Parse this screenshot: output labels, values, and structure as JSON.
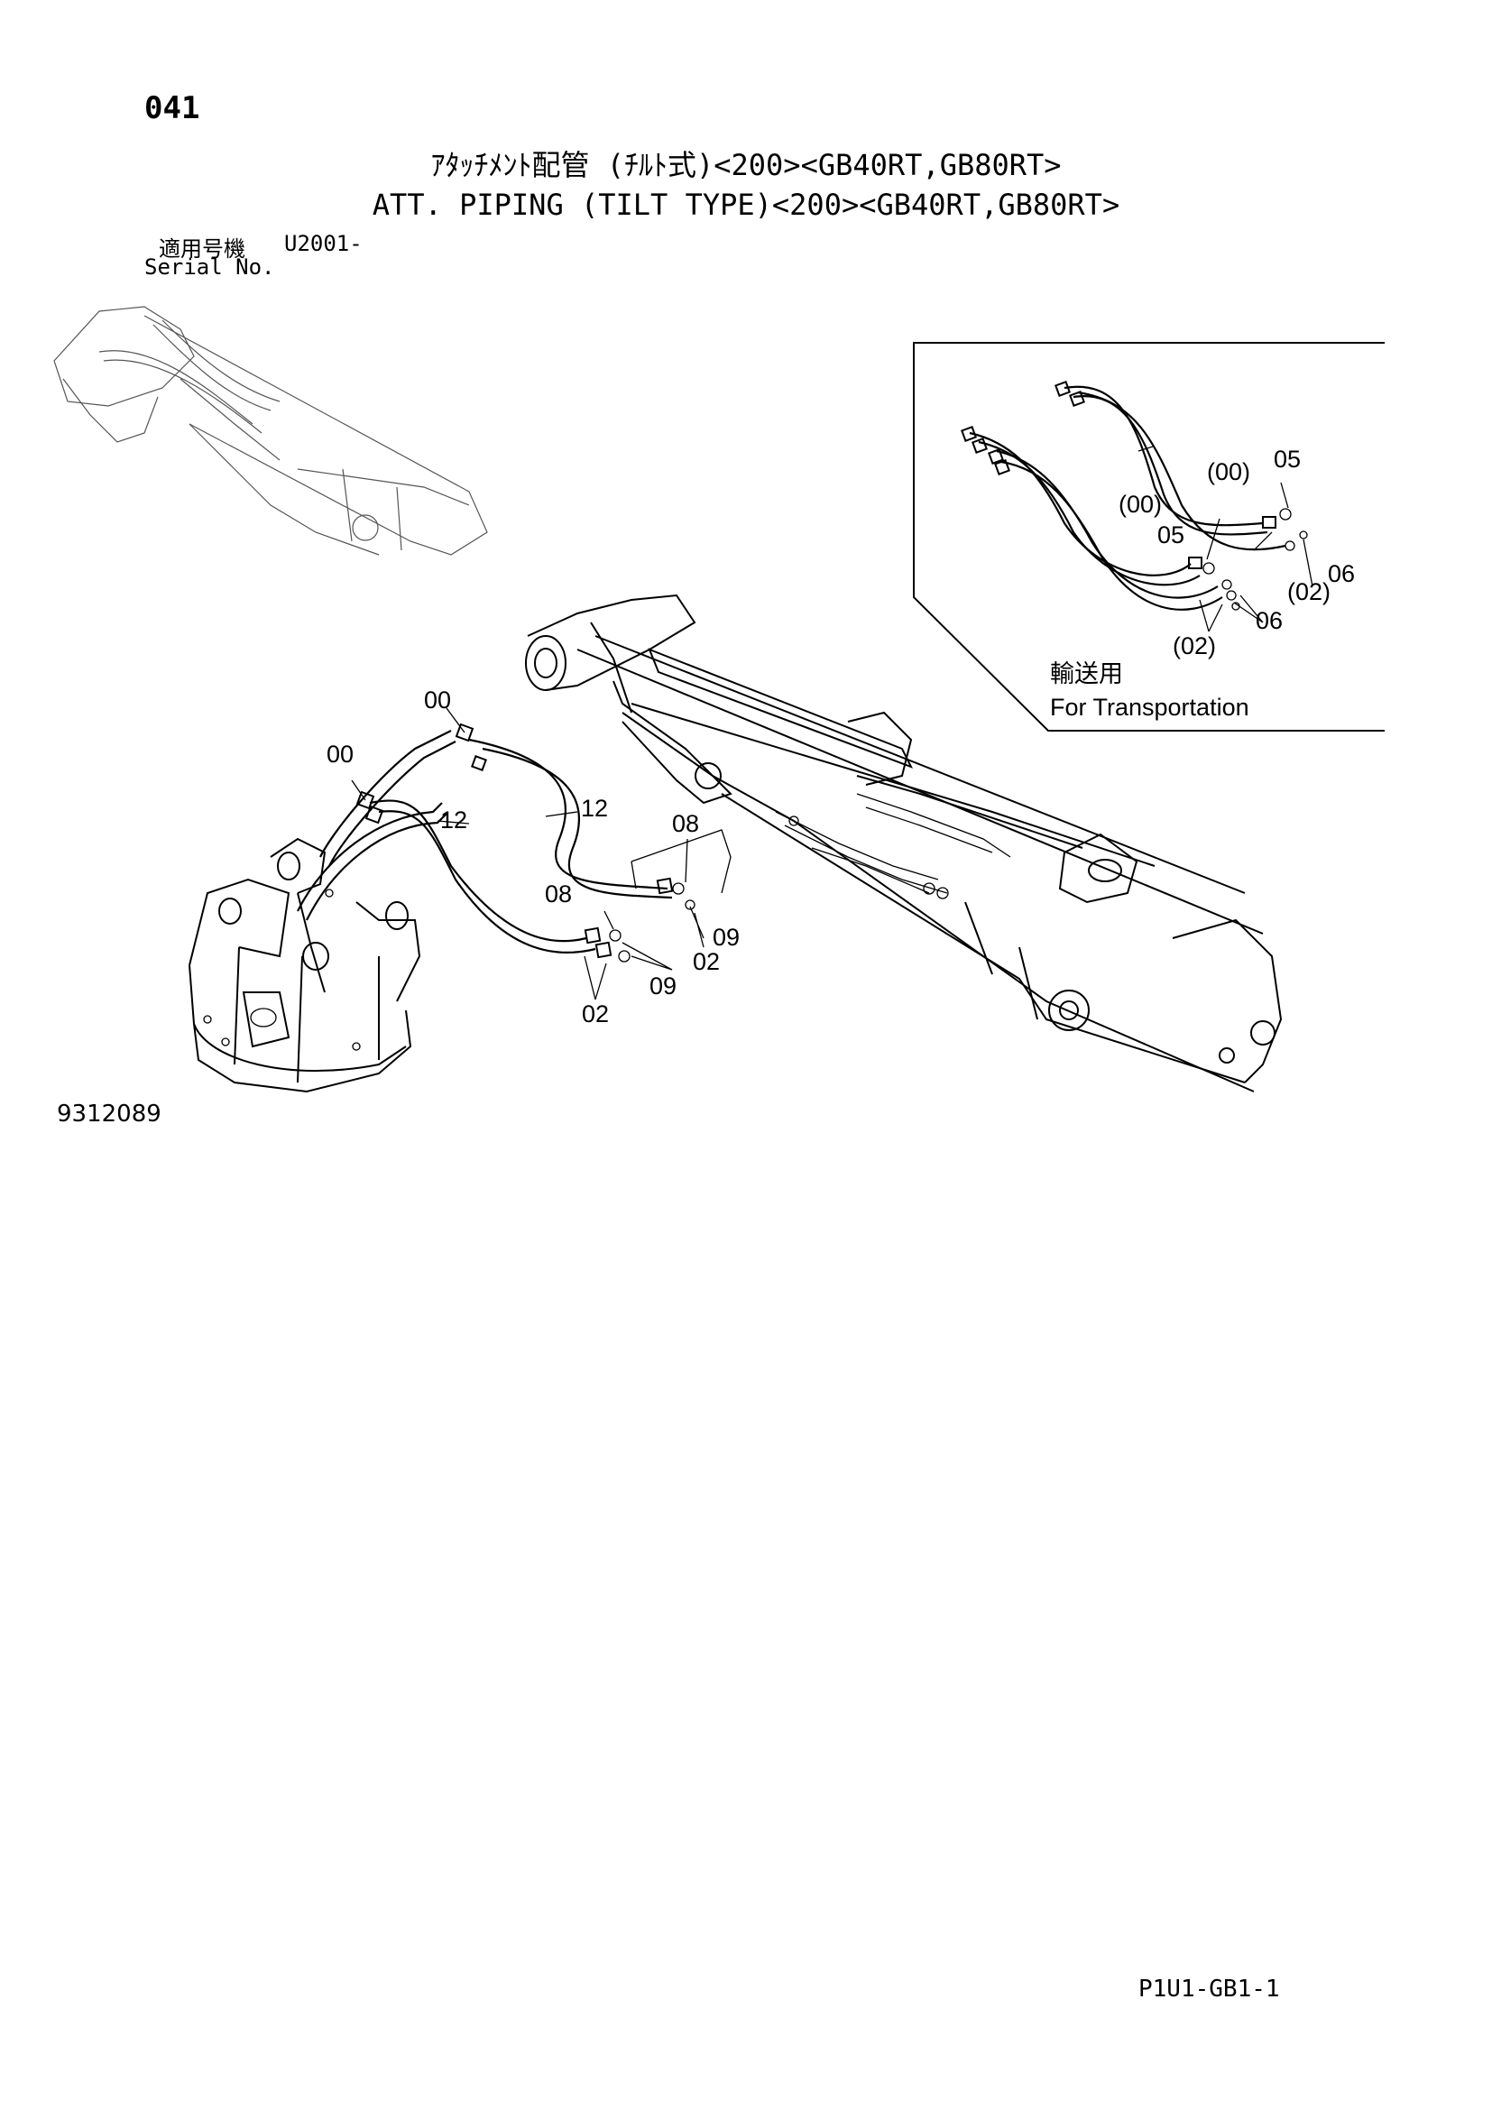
{
  "header": {
    "page_number": "041",
    "title_jp": "ｱﾀｯﾁﾒﾝﾄ配管 (ﾁﾙﾄ式)<200><GB40RT,GB80RT>",
    "title_en": "ATT. PIPING (TILT TYPE)<200><GB40RT,GB80RT>",
    "serial_label_jp": "適用号機",
    "serial_value": "U2001-",
    "serial_label_en": "Serial No."
  },
  "inset": {
    "label_jp": "輸送用",
    "label_en": "For Transportation",
    "callouts": [
      "(00)",
      "05",
      "(00)",
      "05",
      "(02)",
      "06",
      "06",
      "(02)"
    ]
  },
  "main_callouts": [
    "00",
    "00",
    "12",
    "12",
    "08",
    "08",
    "09",
    "02",
    "09",
    "02"
  ],
  "footer": {
    "figure_number": "9312089",
    "page_code": "P1U1-GB1-1"
  }
}
